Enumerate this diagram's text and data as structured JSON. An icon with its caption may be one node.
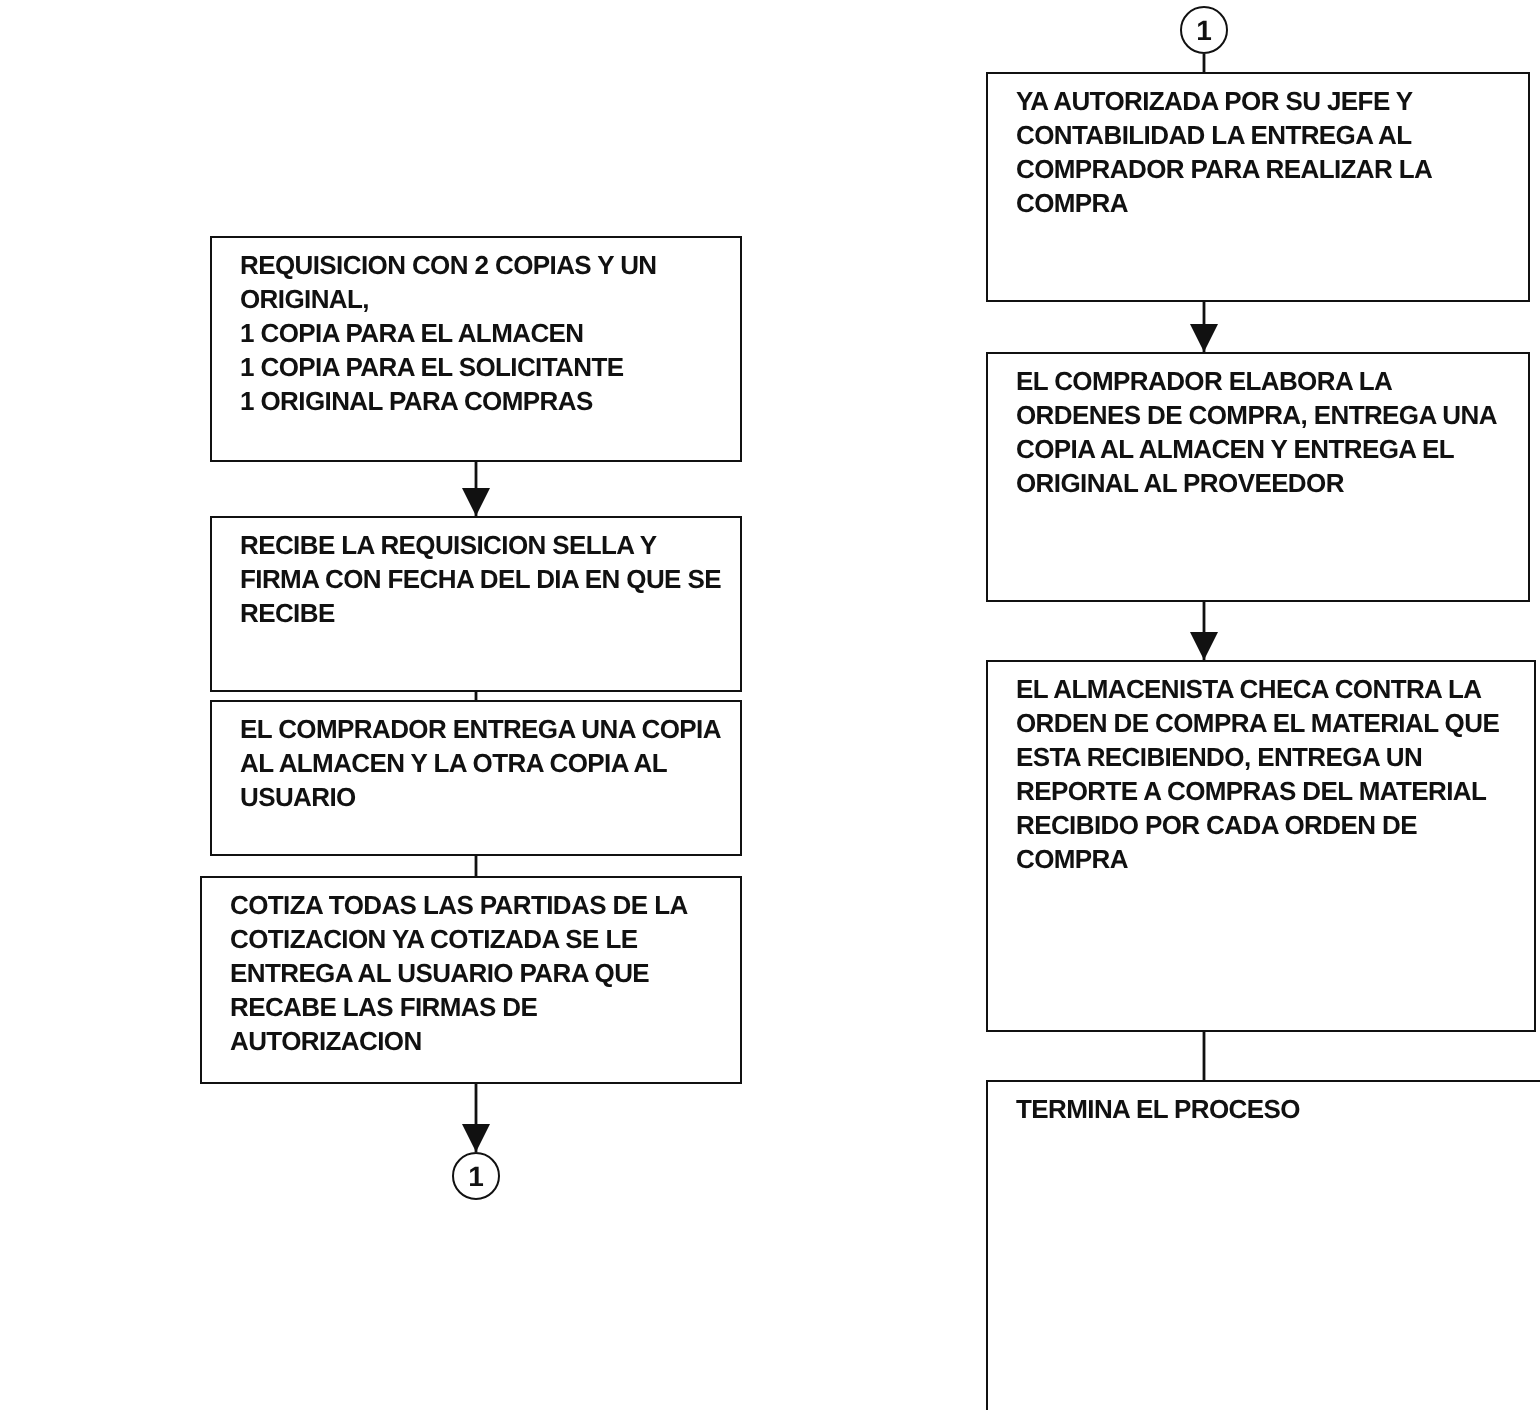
{
  "diagram": {
    "nodes": [
      {
        "text": [
          "REQUISICION CON 2 COPIAS Y UN ORIGINAL,",
          "1 COPIA PARA EL ALMACEN",
          "1 COPIA PARA EL SOLICITANTE",
          "1 ORIGINAL PARA COMPRAS"
        ]
      },
      {
        "text": [
          "RECIBE LA REQUISICION SELLA Y FIRMA CON FECHA DEL DIA EN QUE SE RECIBE"
        ]
      },
      {
        "text": [
          "EL COMPRADOR ENTREGA UNA COPIA AL ALMACEN Y LA OTRA COPIA AL USUARIO"
        ]
      },
      {
        "text": [
          "COTIZA TODAS LAS PARTIDAS DE LA COTIZACION YA COTIZADA SE LE ENTREGA AL USUARIO PARA QUE RECABE LAS FIRMAS DE AUTORIZACION"
        ]
      },
      {
        "text": [
          "1"
        ]
      },
      {
        "text": [
          "1"
        ]
      },
      {
        "text": [
          "YA AUTORIZADA POR SU JEFE Y CONTABILIDAD LA ENTREGA AL COMPRADOR PARA REALIZAR LA COMPRA"
        ]
      },
      {
        "text": [
          "EL COMPRADOR ELABORA LA ORDENES DE COMPRA, ENTREGA UNA COPIA AL ALMACEN Y ENTREGA EL ORIGINAL AL PROVEEDOR"
        ]
      },
      {
        "text": [
          "EL ALMACENISTA CHECA CONTRA LA ORDEN DE COMPRA EL MATERIAL QUE ESTA RECIBIENDO, ENTREGA UN REPORTE A COMPRAS DEL MATERIAL RECIBIDO POR CADA ORDEN DE COMPRA"
        ]
      },
      {
        "text": [
          "TERMINA EL PROCESO"
        ]
      }
    ],
    "edges": [
      {
        "from": 0,
        "to": 1,
        "arrow": "to"
      },
      {
        "from": 1,
        "to": 2,
        "arrow": "none"
      },
      {
        "from": 2,
        "to": 3,
        "arrow": "none"
      },
      {
        "from": 3,
        "to": 4,
        "arrow": "to"
      },
      {
        "from": 5,
        "to": 6,
        "arrow": "none"
      },
      {
        "from": 6,
        "to": 7,
        "arrow": "to"
      },
      {
        "from": 7,
        "to": 8,
        "arrow": "to"
      },
      {
        "from": 8,
        "to": 9,
        "arrow": "none"
      }
    ]
  }
}
